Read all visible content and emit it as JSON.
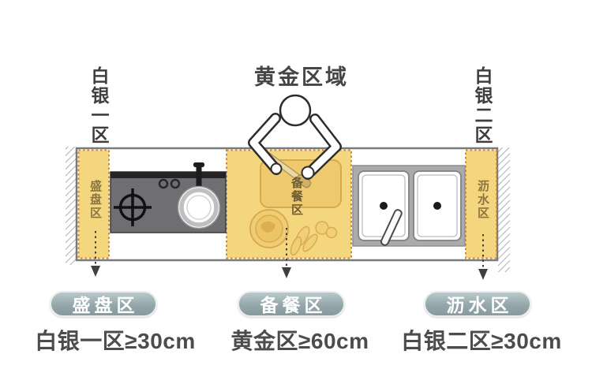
{
  "header": {
    "golden_zone_label": "黄金区域",
    "silver_zone_1_label": "白银一区",
    "silver_zone_2_label": "白银二区"
  },
  "diagram": {
    "plating_zone_inline_label": "盛盘区",
    "prep_zone_inline_label": "备餐区",
    "drain_zone_inline_label": "沥水区",
    "icons": {
      "wall_hatch_icon": "diagonal hatching marking walls at both counter ends",
      "stove_icon": "dark gas cooktop with crosshair burner and control knobs",
      "pan_icon": "round pan with vertical black handle",
      "cutting_board_icon": "rounded rectangle chopping board",
      "person_icon": "top view figure with head and two bent arms",
      "knife_icon": "knife held over the board",
      "bowl_icon": "round bowl with food",
      "vegetables_icon": "scallions and garlic pieces",
      "sink_icon": "double-basin sink with drains",
      "faucet_icon": "angled faucet lever",
      "down_arrow_icon": "dashed leader line with solid arrowhead"
    },
    "colors": {
      "zone_yellow": "#f4d67f",
      "zone_dash_border": "#cd8a3c",
      "counter_outline": "#7a7a7c",
      "stove_body": "#6f6f72",
      "stove_strip": "#242427",
      "sink_frame": "#ababad",
      "arrow": "#3f3f41",
      "badge_top": "#bac9cb",
      "badge_bottom": "#879a9e"
    }
  },
  "legend": {
    "badges": [
      {
        "label": "盛盘区"
      },
      {
        "label": "备餐区"
      },
      {
        "label": "沥水区"
      }
    ],
    "measurements": [
      {
        "text": "白银一区≥30cm"
      },
      {
        "text": "黄金区≥60cm"
      },
      {
        "text": "白银二区≥30cm"
      }
    ]
  }
}
